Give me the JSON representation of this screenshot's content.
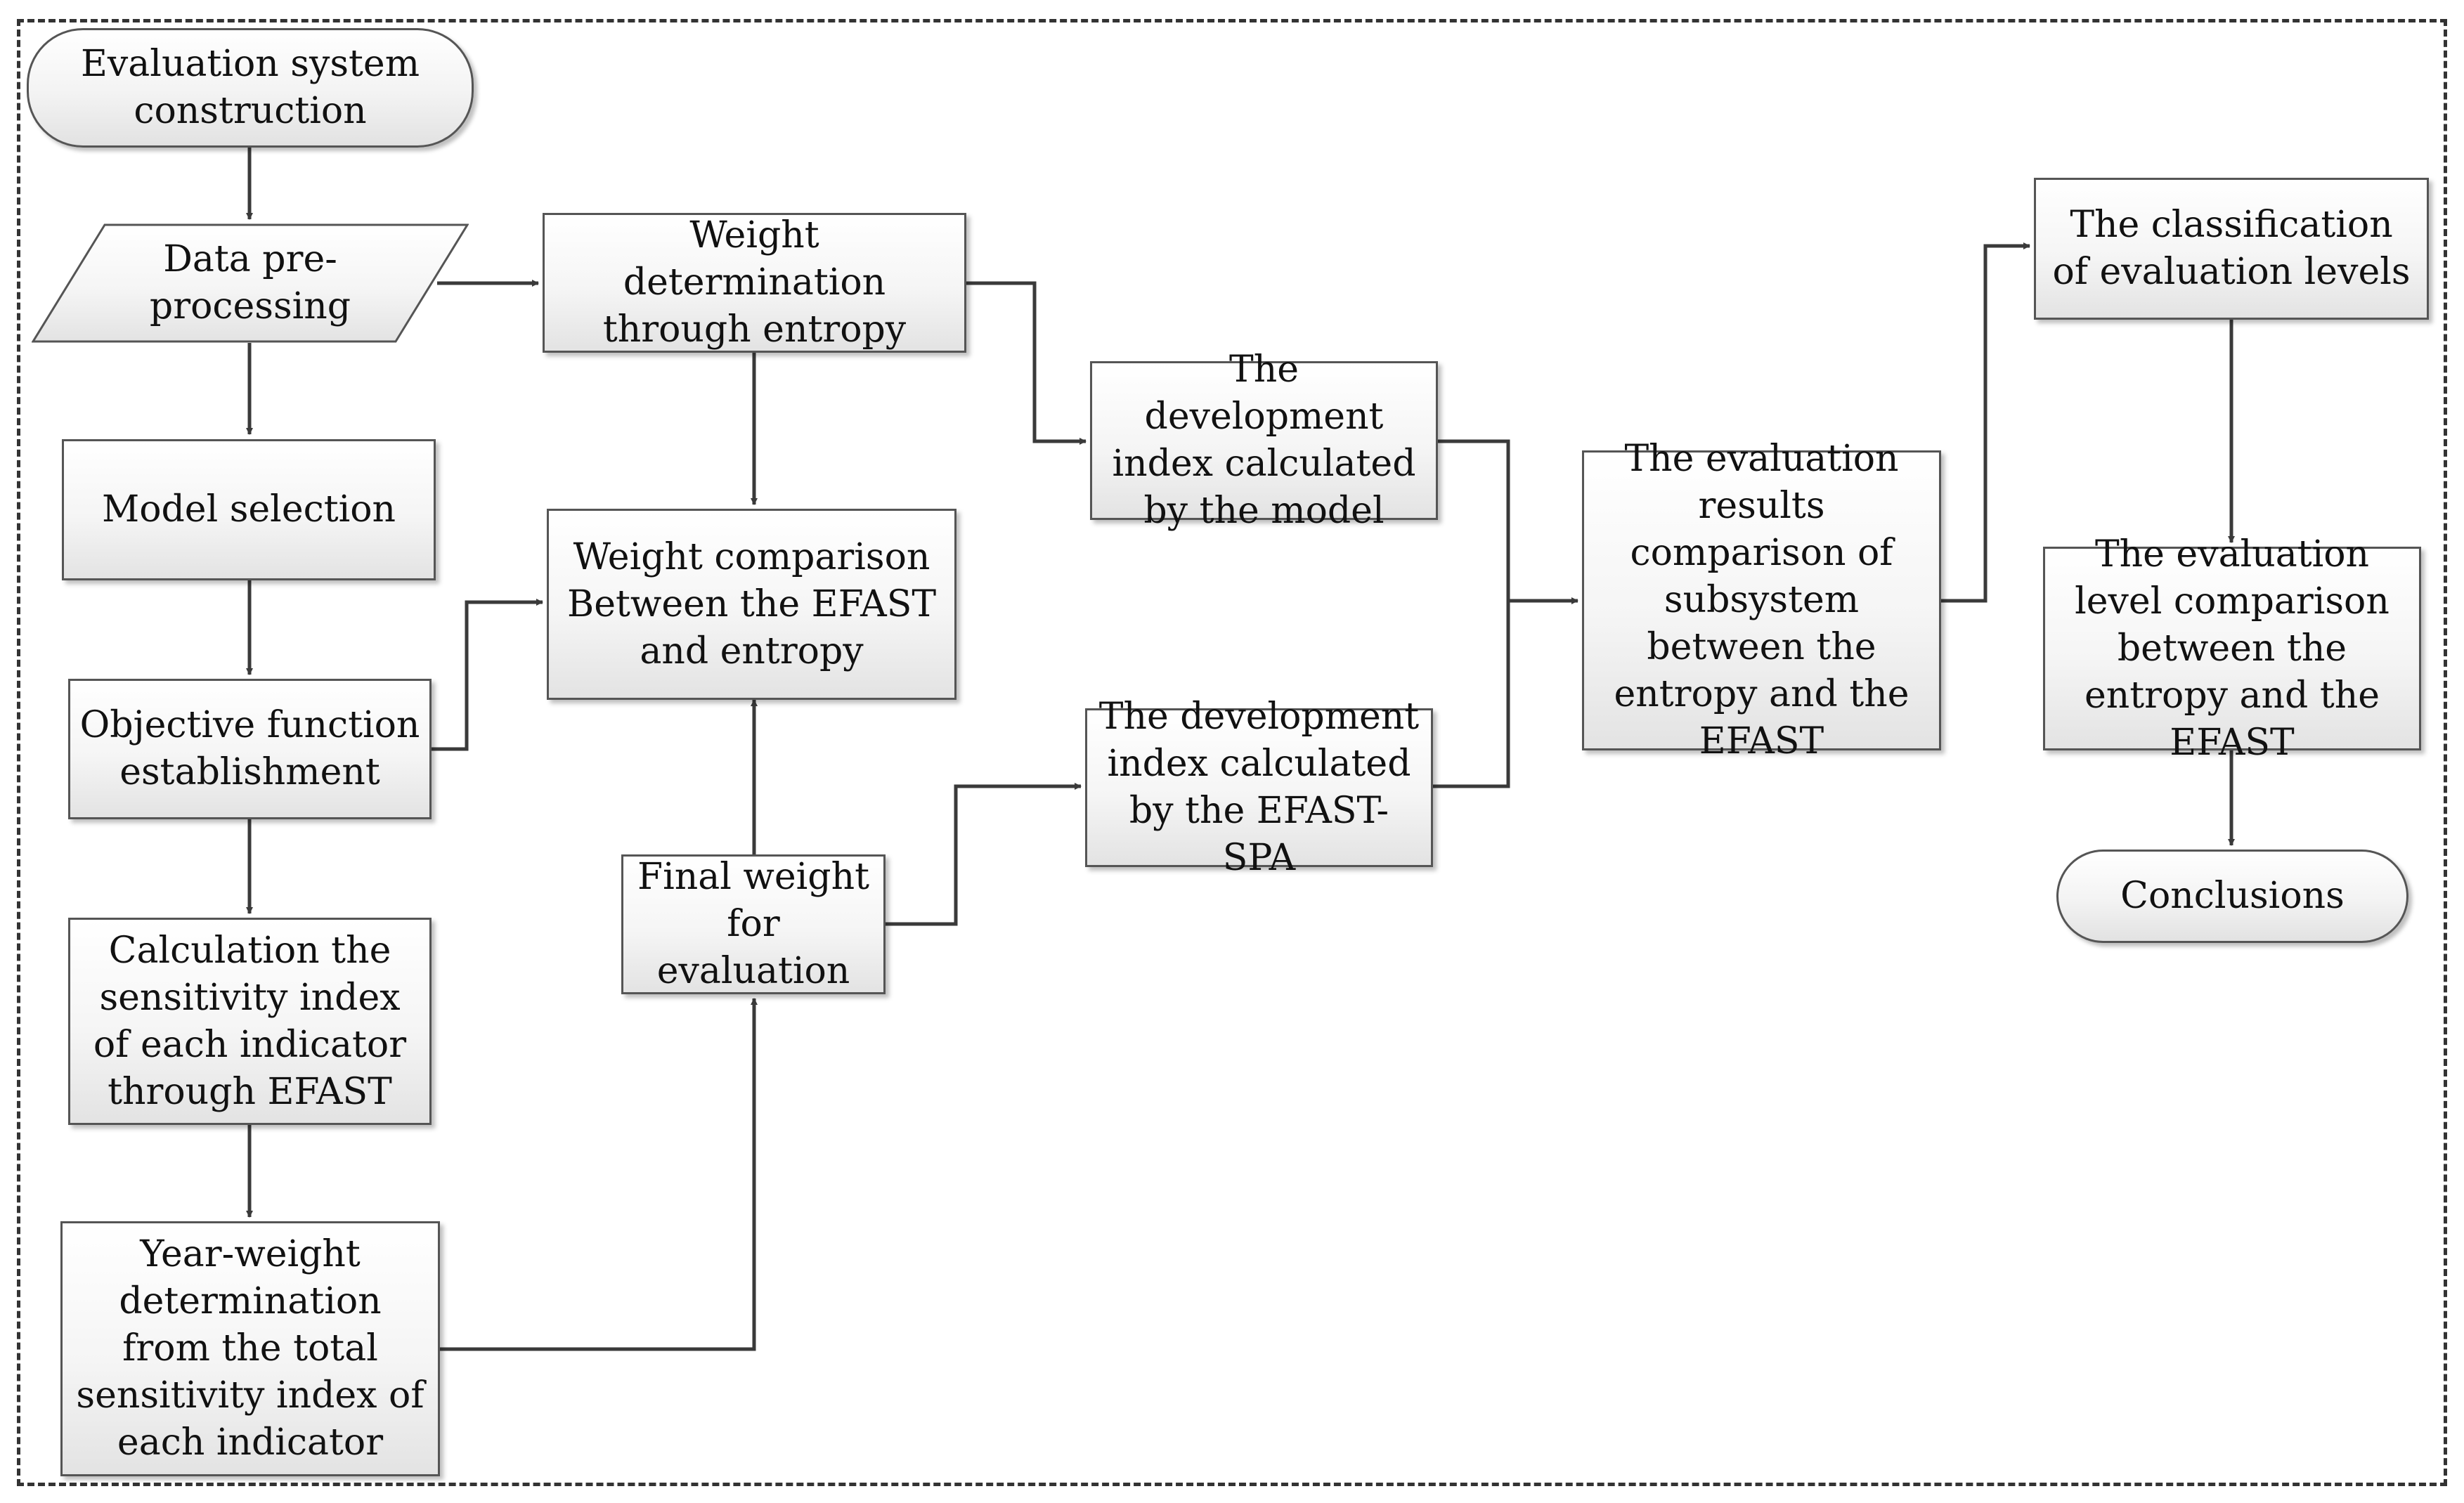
{
  "nodes": {
    "evaluation_system_construction": "Evaluation system construction",
    "data_preprocessing": "Data pre-processing",
    "model_selection": "Model selection",
    "objective_function_establishment": "Objective function establishment",
    "calculation_sensitivity_index": "Calculation  the sensitivity index of each indicator through EFAST",
    "year_weight_determination": "Year-weight determination from the total sensitivity index of each indicator",
    "weight_determination_entropy": "Weight determination through entropy",
    "weight_comparison": "Weight comparison Between the EFAST and entropy",
    "final_weight": "Final weight for evaluation",
    "development_index_model": "The development index calculated by the model",
    "development_index_efast_spa": "The development index calculated by the EFAST-SPA",
    "evaluation_results_comparison": "The evaluation results comparison of subsystem between the entropy and the EFAST",
    "classification_evaluation_levels": "The classification of evaluation levels",
    "evaluation_level_comparison": "The evaluation level comparison between the entropy and the EFAST",
    "conclusions": "Conclusions"
  }
}
